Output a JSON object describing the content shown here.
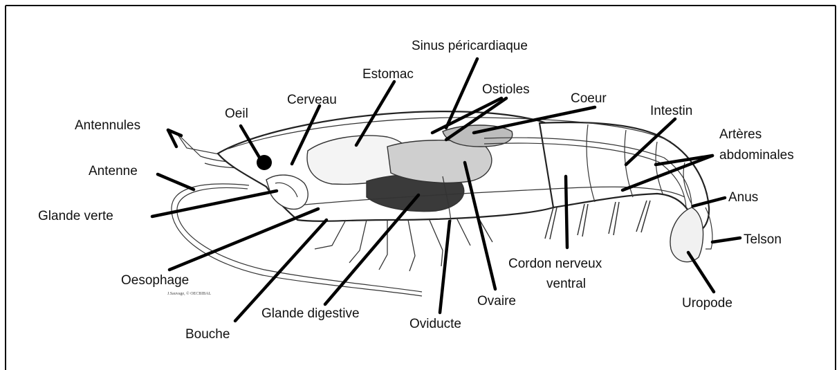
{
  "labels": {
    "sinus_pericardiaque": "Sinus péricardiaque",
    "estomac": "Estomac",
    "ostioles": "Ostioles",
    "coeur": "Coeur",
    "cerveau": "Cerveau",
    "oeil": "Oeil",
    "intestin": "Intestin",
    "antennules": "Antennules",
    "arteres_abdominales_1": "Artères",
    "arteres_abdominales_2": "abdominales",
    "antenne": "Antenne",
    "anus": "Anus",
    "glande_verte": "Glande verte",
    "telson": "Telson",
    "cordon_1": "Cordon nerveux",
    "cordon_2": "ventral",
    "oesophage": "Oesophage",
    "ovaire": "Ovaire",
    "uropode": "Uropode",
    "glande_digestive": "Glande digestive",
    "oviducte": "Oviducte",
    "bouche": "Bouche"
  },
  "credit": "J.Sauvage, © OECBIBAL",
  "colors": {
    "ink": "#000000",
    "background": "#ffffff",
    "frame": "#000000"
  }
}
